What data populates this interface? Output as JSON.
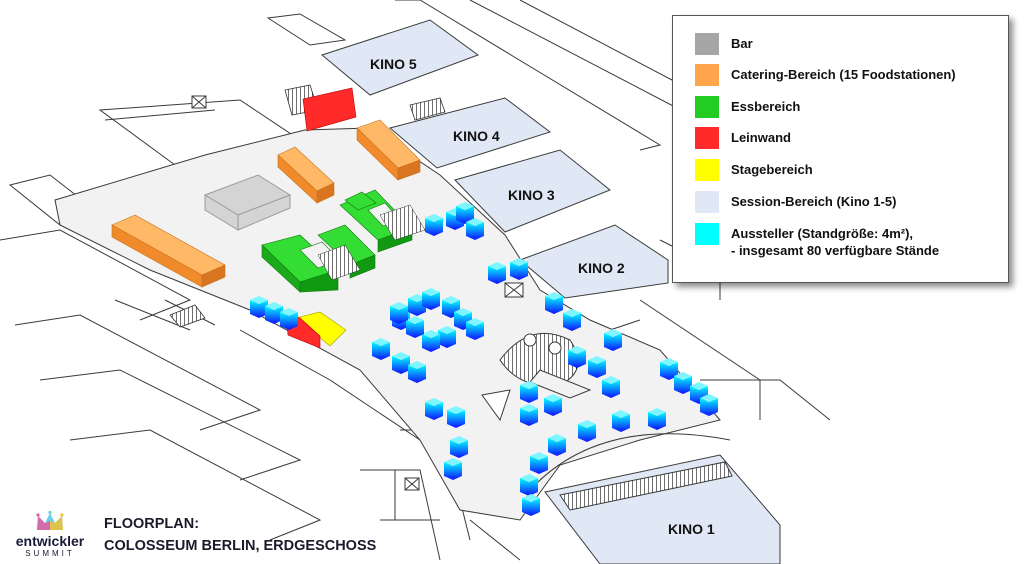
{
  "colors": {
    "bar": "#a6a6a6",
    "catering": "#ffa64d",
    "essbereich": "#22cc22",
    "leinwand": "#ff2a2a",
    "stage": "#ffff00",
    "session": "#dfe8f4",
    "aussteller": "#00e8ff",
    "floor": "#f2f2f2",
    "wall": "#3a3a3a"
  },
  "legend": {
    "items": [
      {
        "label": "Bar",
        "color": "#a6a6a6"
      },
      {
        "label": "Catering-Bereich (15 Foodstationen)",
        "color": "#ffa64d"
      },
      {
        "label": "Essbereich",
        "color": "#22cc22"
      },
      {
        "label": "Leinwand",
        "color": "#ff2a2a"
      },
      {
        "label": "Stagebereich",
        "color": "#ffff00"
      },
      {
        "label": "Session-Bereich (Kino 1-5)",
        "color": "#dfe8f4"
      },
      {
        "label": "Aussteller (Standgröße: 4m²),",
        "label2": "- insgesamt 80 verfügbare Stände",
        "color": "#00ffff"
      }
    ]
  },
  "kinos": {
    "kino1": "KINO 1",
    "kino2": "KINO 2",
    "kino3": "KINO 3",
    "kino4": "KINO 4",
    "kino5": "KINO 5"
  },
  "logo": {
    "word": "entwickler",
    "sub": "SUMMIT"
  },
  "caption": {
    "line1": "FLOORPLAN:",
    "line2": "COLOSSEUM BERLIN, ERDGESCHOSS"
  }
}
